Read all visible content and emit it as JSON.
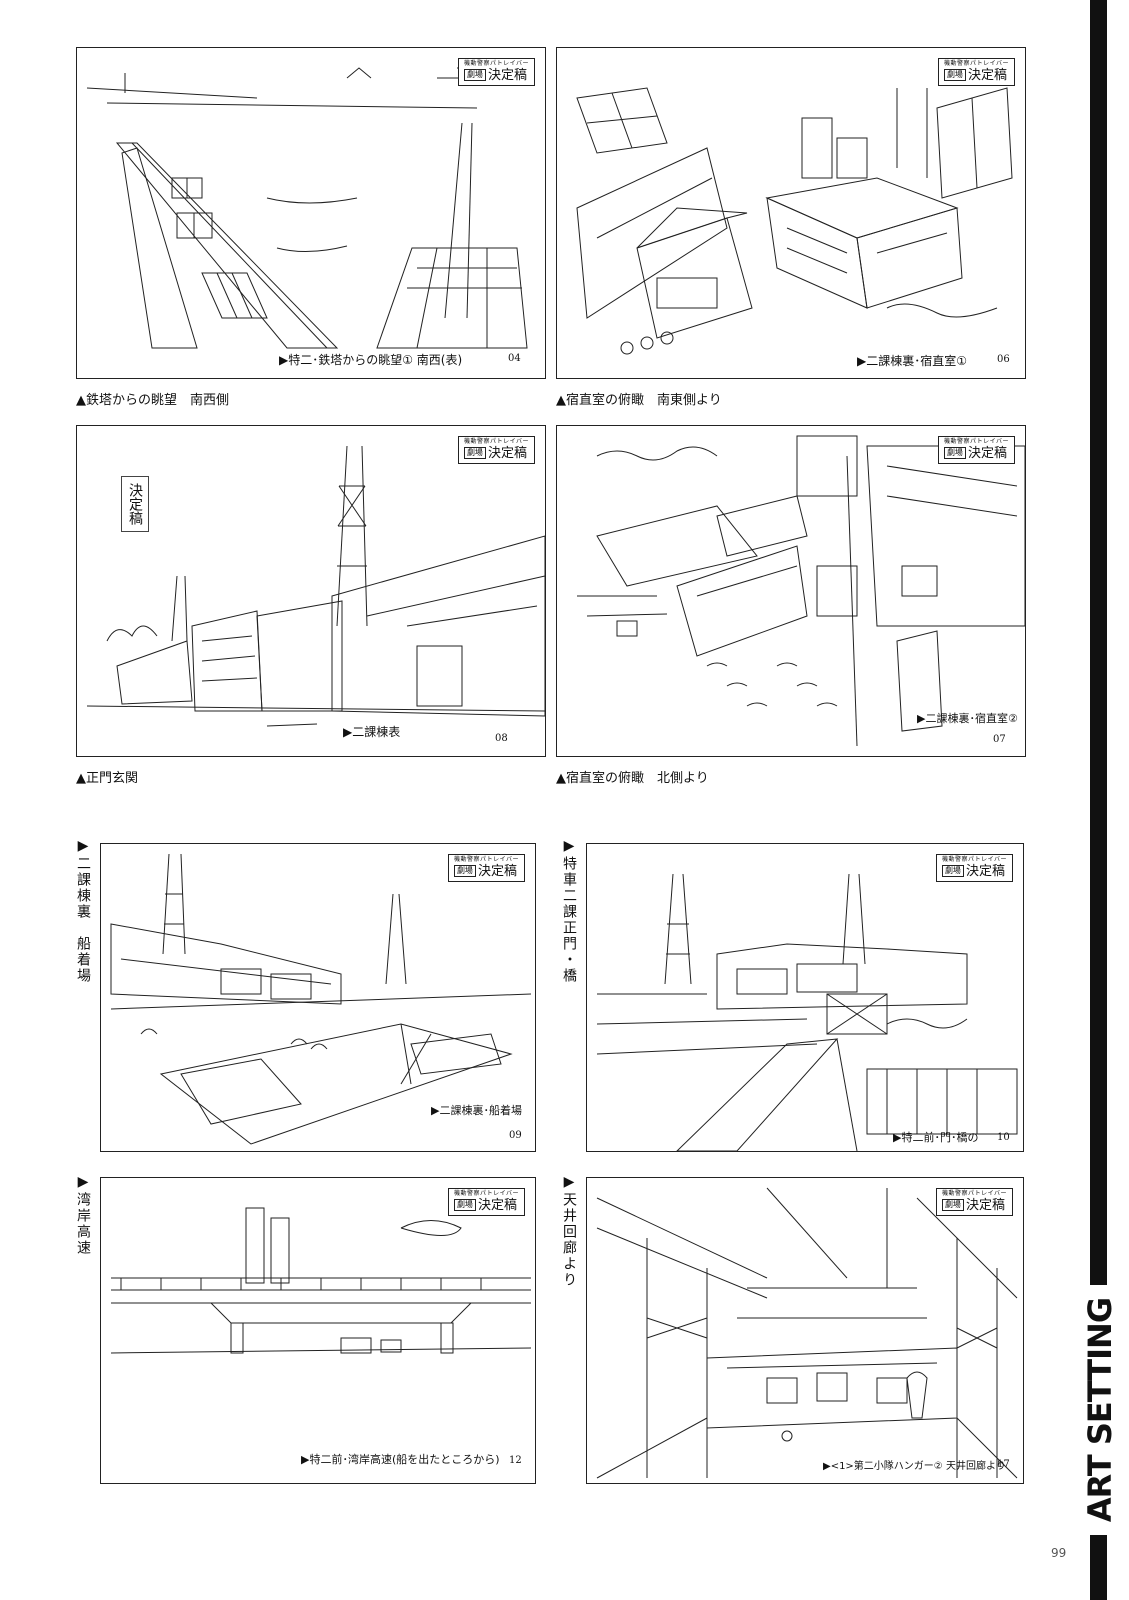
{
  "stamp": {
    "sub": "機動警察パトレイバー",
    "box": "劇場",
    "main": "決定稿"
  },
  "panels": [
    {
      "note": "▶特二･鉄塔からの眺望① 南西(表)",
      "number": "04"
    },
    {
      "note": "▶二課棟裏･宿直室①",
      "number": "06"
    },
    {
      "note": "▶二課棟表",
      "number": "08",
      "kettei": "決定稿"
    },
    {
      "note": "▶二課棟裏･宿直室②",
      "number": "07"
    },
    {
      "note": "▶二課棟裏･船着場",
      "number": "09"
    },
    {
      "note": "▶特二前･門･橋の",
      "number": "10"
    },
    {
      "note": "▶特二前･湾岸高速(船を出たところから)",
      "number": "12"
    },
    {
      "note": "▶<1>第二小隊ハンガー② 天井回廊より",
      "number": "17"
    }
  ],
  "captions": [
    "▲鉄塔からの眺望　南西側",
    "▲宿直室の俯瞰　南東側より",
    "▲正門玄関",
    "▲宿直室の俯瞰　北側より"
  ],
  "vertical_captions": [
    "▶二課棟裏　船着場",
    "▶特車二課正門・橋",
    "▶湾岸高速",
    "▶天井回廊より"
  ],
  "section_title": "ART SETTING",
  "page_number": "99"
}
